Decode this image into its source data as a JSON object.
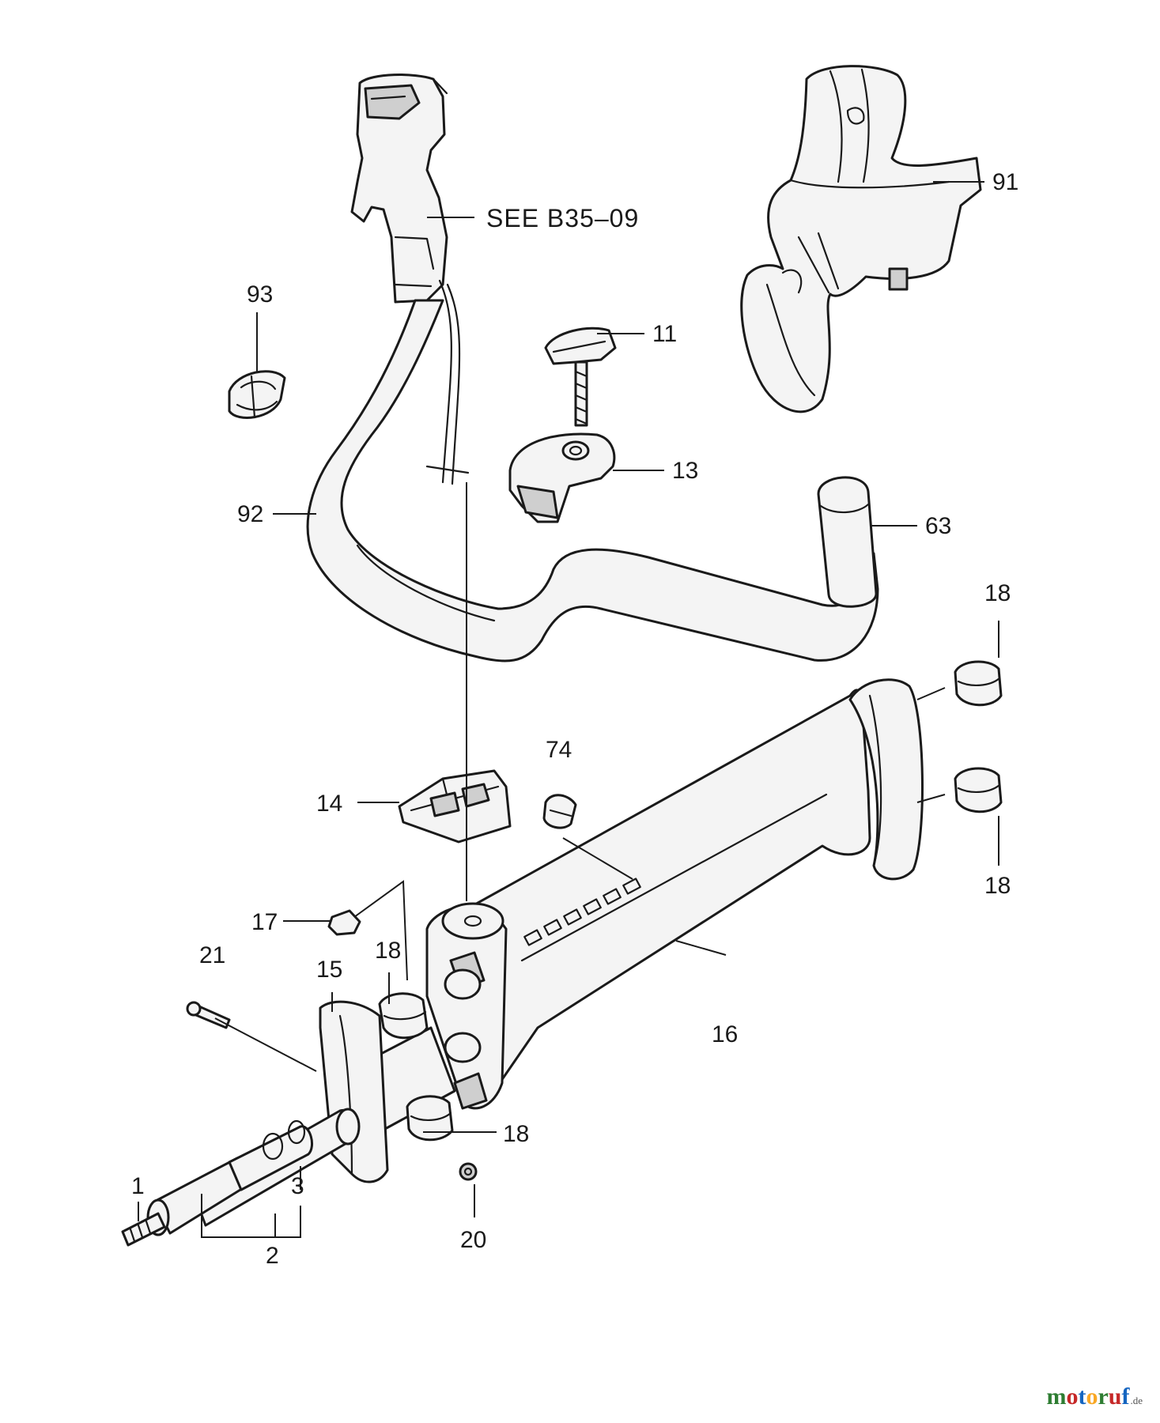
{
  "reference_text": "SEE B35–09",
  "callouts": {
    "c1": "1",
    "c2": "2",
    "c3": "3",
    "c11": "11",
    "c13": "13",
    "c14": "14",
    "c15": "15",
    "c16": "16",
    "c17": "17",
    "c18": "18",
    "c20": "20",
    "c21": "21",
    "c63": "63",
    "c74": "74",
    "c91": "91",
    "c92": "92",
    "c93": "93"
  },
  "watermark": {
    "text": "motoruf",
    "tld": ".de",
    "letter_colors": [
      "#2e7d32",
      "#c62828",
      "#1565c0",
      "#f9a825",
      "#2e7d32",
      "#c62828",
      "#1565c0"
    ]
  }
}
